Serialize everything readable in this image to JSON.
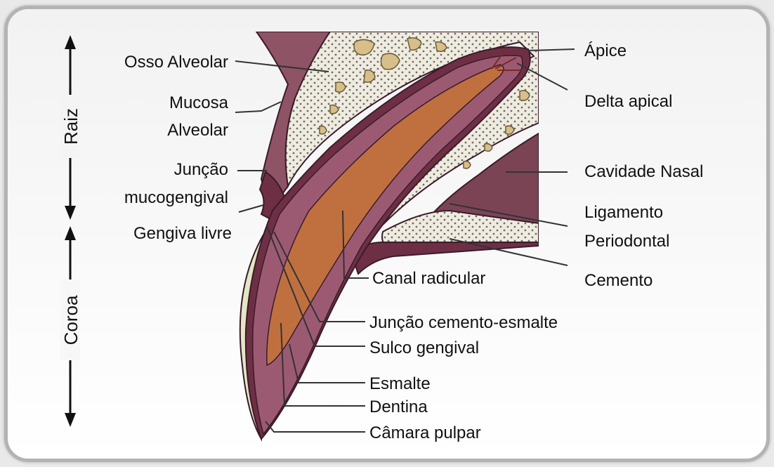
{
  "labels": {
    "osso_alveolar": "Osso Alveolar",
    "mucosa_1": "Mucosa",
    "mucosa_2": "Alveolar",
    "juncao_muco_1": "Junção",
    "juncao_muco_2": "mucogengival",
    "gengiva_livre": "Gengiva livre",
    "apice": "Ápice",
    "delta_apical": "Delta apical",
    "cavidade_nasal": "Cavidade Nasal",
    "ligamento_1": "Ligamento",
    "ligamento_2": "Periodontal",
    "cemento": "Cemento",
    "canal_radicular": "Canal radicular",
    "juncao_cemento_esmalte": "Junção cemento-esmalte",
    "sulco_gengival": "Sulco gengival",
    "esmalte": "Esmalte",
    "dentina": "Dentina",
    "camara_pulpar": "Câmara pulpar"
  },
  "axis": {
    "raiz": "Raiz",
    "coroa": "Coroa"
  },
  "colors": {
    "gum": "#8e5466",
    "gum_dark": "#6e2f44",
    "nasal": "#7b4455",
    "bone": "#ede8dc",
    "bone_spot": "#d8bf8a",
    "dentin": "#9c5a72",
    "pulp": "#c0703f",
    "enamel": "#e4e6c4",
    "outline": "#3a1b2b"
  }
}
